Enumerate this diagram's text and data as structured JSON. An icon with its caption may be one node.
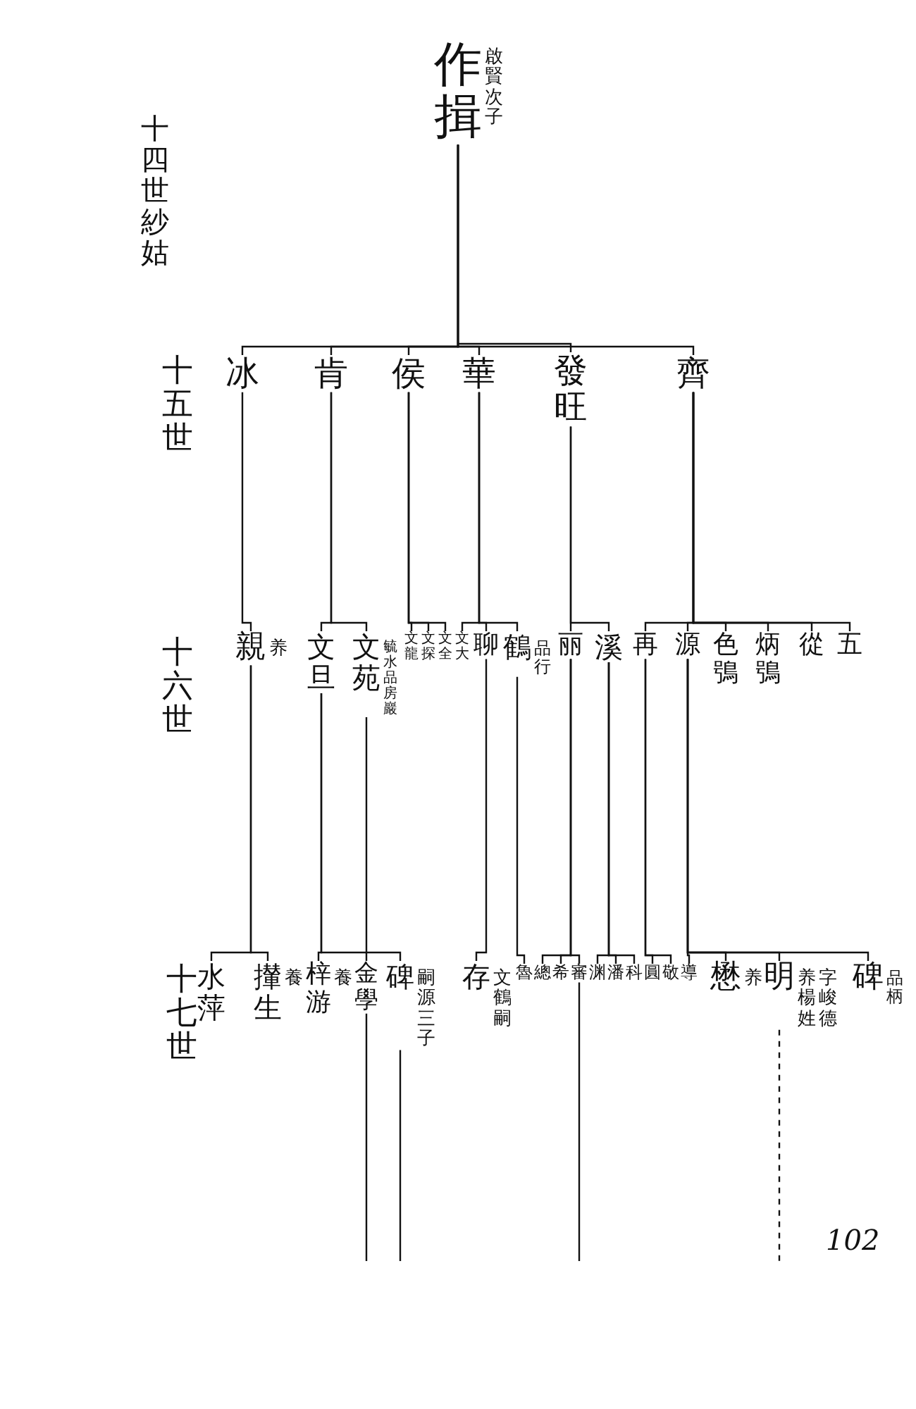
{
  "diagram": {
    "nodes": [
      {
        "text": [
          "作揖"
        ],
        "beside": [
          "啟賢次子"
        ]
      },
      {
        "text": [
          "冰"
        ]
      },
      {
        "text": [
          "肯"
        ]
      },
      {
        "text": [
          "侯"
        ]
      },
      {
        "text": [
          "華"
        ]
      },
      {
        "text": [
          "發旺"
        ]
      },
      {
        "text": [
          "齊"
        ]
      },
      {
        "text": [
          "親"
        ],
        "beside": [
          "养"
        ]
      },
      {
        "text": [
          "文旦"
        ]
      },
      {
        "text": [
          "文苑"
        ],
        "beside": [
          "毓水品房巖"
        ]
      },
      {
        "text": [
          "文龍"
        ]
      },
      {
        "text": [
          "文探"
        ]
      },
      {
        "text": [
          "文全"
        ]
      },
      {
        "text": [
          "文大"
        ]
      },
      {
        "text": [
          "聊"
        ]
      },
      {
        "text": [
          "鶴"
        ],
        "beside": [
          "品行"
        ]
      },
      {
        "text": [
          "丽"
        ]
      },
      {
        "text": [
          "溪"
        ]
      },
      {
        "text": [
          "再"
        ]
      },
      {
        "text": [
          "源"
        ]
      },
      {
        "text": [
          "色鴞"
        ]
      },
      {
        "text": [
          "炳鴞"
        ]
      },
      {
        "text": [
          "從"
        ]
      },
      {
        "text": [
          "五"
        ]
      },
      {
        "text": [
          "水萍"
        ]
      },
      {
        "text": [
          "攆生"
        ],
        "beside": [
          "養"
        ]
      },
      {
        "text": [
          "梓游"
        ],
        "beside": [
          "養"
        ]
      },
      {
        "text": [
          "金學"
        ]
      },
      {
        "text": [
          "碑"
        ],
        "beside": [
          "嗣源三子"
        ]
      },
      {
        "text": [
          "存"
        ],
        "beside": [
          "文鶴嗣"
        ]
      },
      {
        "text": [
          "魯"
        ]
      },
      {
        "text": [
          "總"
        ]
      },
      {
        "text": [
          "希"
        ]
      },
      {
        "text": [
          "審"
        ]
      },
      {
        "text": [
          "渊"
        ]
      },
      {
        "text": [
          "潘"
        ]
      },
      {
        "text": [
          "科"
        ]
      },
      {
        "text": [
          "圓"
        ]
      },
      {
        "text": [
          "敬"
        ]
      },
      {
        "text": [
          "導"
        ]
      },
      {
        "text": [
          "懋"
        ],
        "beside": [
          "养"
        ]
      },
      {
        "text": [
          "明"
        ],
        "beside": [
          "养楊姓",
          "字峻德"
        ]
      },
      {
        "text": [
          "碑"
        ],
        "beside": [
          "品柄"
        ]
      }
    ],
    "edges": [
      {
        "from": 0,
        "to": 1,
        "arrow": "none"
      },
      {
        "from": 0,
        "to": 2,
        "arrow": "none"
      },
      {
        "from": 0,
        "to": 3,
        "arrow": "none"
      },
      {
        "from": 0,
        "to": 4,
        "arrow": "none"
      },
      {
        "from": 0,
        "to": 5,
        "arrow": "none"
      },
      {
        "from": 0,
        "to": 6,
        "arrow": "none"
      },
      {
        "from": 1,
        "to": 7,
        "arrow": "none"
      },
      {
        "from": 2,
        "to": 8,
        "arrow": "none"
      },
      {
        "from": 2,
        "to": 9,
        "arrow": "none"
      },
      {
        "from": 3,
        "to": 10,
        "arrow": "none"
      },
      {
        "from": 3,
        "to": 11,
        "arrow": "none"
      },
      {
        "from": 3,
        "to": 12,
        "arrow": "none"
      },
      {
        "from": 4,
        "to": 13,
        "arrow": "none"
      },
      {
        "from": 4,
        "to": 14,
        "arrow": "none"
      },
      {
        "from": 4,
        "to": 15,
        "arrow": "none"
      },
      {
        "from": 5,
        "to": 16,
        "arrow": "none"
      },
      {
        "from": 5,
        "to": 17,
        "arrow": "none"
      },
      {
        "from": 6,
        "to": 18,
        "arrow": "none"
      },
      {
        "from": 6,
        "to": 19,
        "arrow": "none"
      },
      {
        "from": 6,
        "to": 20,
        "arrow": "none"
      },
      {
        "from": 6,
        "to": 21,
        "arrow": "none"
      },
      {
        "from": 6,
        "to": 22,
        "arrow": "none"
      },
      {
        "from": 6,
        "to": 23,
        "arrow": "none"
      },
      {
        "from": 7,
        "to": 24,
        "arrow": "none"
      },
      {
        "from": 7,
        "to": 25,
        "arrow": "none"
      },
      {
        "from": 8,
        "to": 26,
        "arrow": "none"
      },
      {
        "from": 8,
        "to": 27,
        "arrow": "none"
      },
      {
        "from": 9,
        "to": 28,
        "arrow": "none"
      },
      {
        "from": 14,
        "to": 29,
        "arrow": "none"
      },
      {
        "from": 15,
        "to": 30,
        "arrow": "none"
      },
      {
        "from": 16,
        "to": 31,
        "arrow": "none"
      },
      {
        "from": 16,
        "to": 32,
        "arrow": "none"
      },
      {
        "from": 16,
        "to": 33,
        "arrow": "none"
      },
      {
        "from": 17,
        "to": 34,
        "arrow": "none"
      },
      {
        "from": 17,
        "to": 35,
        "arrow": "none"
      },
      {
        "from": 17,
        "to": 36,
        "arrow": "none"
      },
      {
        "from": 18,
        "to": 37,
        "arrow": "none"
      },
      {
        "from": 18,
        "to": 38,
        "arrow": "none"
      },
      {
        "from": 19,
        "to": 39,
        "arrow": "none"
      },
      {
        "from": 19,
        "to": 40,
        "arrow": "none"
      },
      {
        "from": 19,
        "to": 41,
        "arrow": "none"
      },
      {
        "from": 19,
        "to": 42,
        "arrow": "none"
      },
      {
        "from": 27,
        "to": null,
        "arrow": "none"
      },
      {
        "from": 28,
        "to": null,
        "arrow": "none"
      },
      {
        "from": 33,
        "to": null,
        "arrow": "none"
      },
      {
        "from": 41,
        "to": null,
        "arrow": "none",
        "style": "dashed"
      }
    ],
    "labels": [
      "十四世紗姑",
      "十五世",
      "十六世",
      "十七世",
      "102"
    ]
  }
}
